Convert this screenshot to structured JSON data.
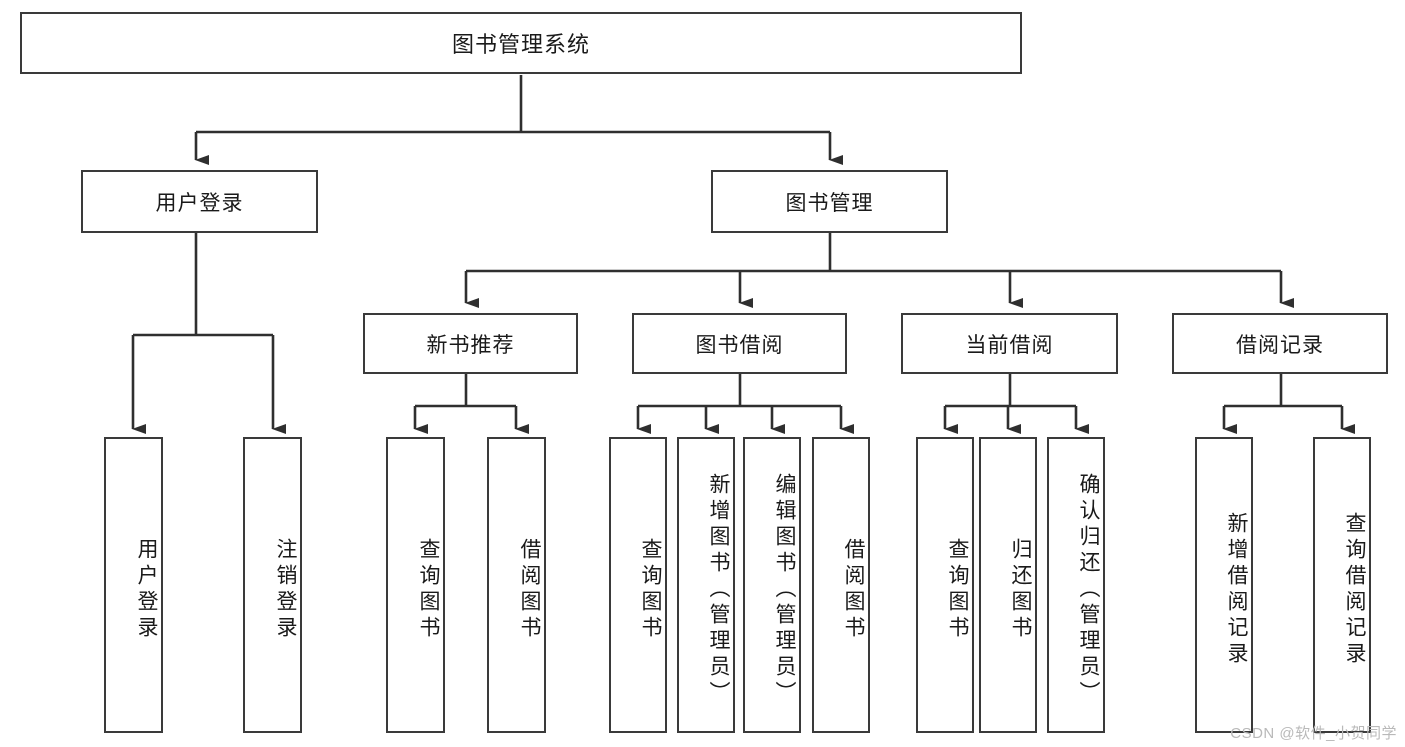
{
  "diagram": {
    "title": "图书管理系统",
    "type": "tree-hierarchy-diagram",
    "colors": {
      "box_border": "#3a3a3a",
      "box_fill": "#ffffff",
      "connector": "#2f2f2f",
      "watermark": "#b9b9b9"
    },
    "root": {
      "label": "图书管理系统"
    },
    "level2": [
      {
        "label": "用户登录"
      },
      {
        "label": "图书管理"
      }
    ],
    "level3": [
      {
        "label": "新书推荐"
      },
      {
        "label": "图书借阅"
      },
      {
        "label": "当前借阅"
      },
      {
        "label": "借阅记录"
      }
    ],
    "leaves": {
      "user_login": [
        {
          "label": "用户登录"
        },
        {
          "label": "注销登录"
        }
      ],
      "new_book_recommend": [
        {
          "label": "查询图书"
        },
        {
          "label": "借阅图书"
        }
      ],
      "book_borrow": [
        {
          "label": "查询图书"
        },
        {
          "label": "新增图书（管理员）"
        },
        {
          "label": "编辑图书（管理员）"
        },
        {
          "label": "借阅图书"
        }
      ],
      "current_borrow": [
        {
          "label": "查询图书"
        },
        {
          "label": "归还图书"
        },
        {
          "label": "确认归还（管理员）"
        }
      ],
      "borrow_record": [
        {
          "label": "新增借阅记录"
        },
        {
          "label": "查询借阅记录"
        }
      ]
    }
  },
  "watermark": {
    "text": "CSDN @软件_小贺同学"
  }
}
